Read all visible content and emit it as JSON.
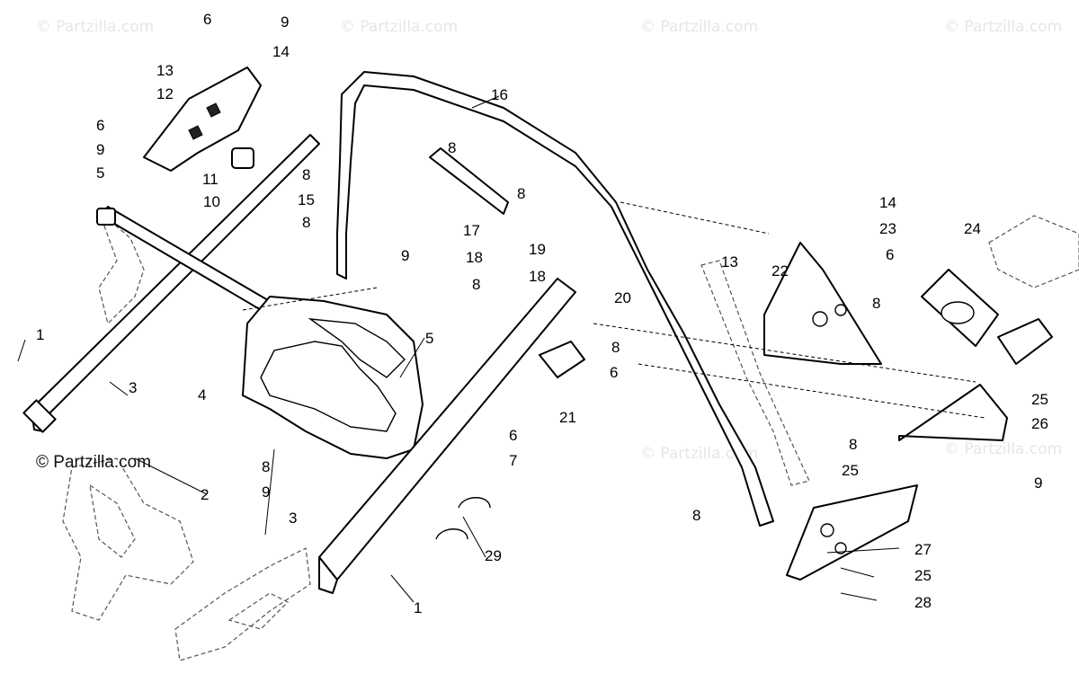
{
  "watermark": "© Partzilla.com",
  "copyright": "© Partzilla.com",
  "callouts": [
    {
      "id": "c6a",
      "text": "6"
    },
    {
      "id": "c9a",
      "text": "9"
    },
    {
      "id": "c14a",
      "text": "14"
    },
    {
      "id": "c13a",
      "text": "13"
    },
    {
      "id": "c12",
      "text": "12"
    },
    {
      "id": "c6b",
      "text": "6"
    },
    {
      "id": "c9b",
      "text": "9"
    },
    {
      "id": "c11",
      "text": "11"
    },
    {
      "id": "c8a",
      "text": "8"
    },
    {
      "id": "c10",
      "text": "10"
    },
    {
      "id": "c5a",
      "text": "5"
    },
    {
      "id": "c15",
      "text": "15"
    },
    {
      "id": "c8b",
      "text": "8"
    },
    {
      "id": "c16",
      "text": "16"
    },
    {
      "id": "c8c",
      "text": "8"
    },
    {
      "id": "c17",
      "text": "17"
    },
    {
      "id": "c8d",
      "text": "8"
    },
    {
      "id": "c18a",
      "text": "18"
    },
    {
      "id": "c19",
      "text": "19"
    },
    {
      "id": "c18b",
      "text": "18"
    },
    {
      "id": "c20",
      "text": "20"
    },
    {
      "id": "c9c",
      "text": "9"
    },
    {
      "id": "c8e",
      "text": "8"
    },
    {
      "id": "c14b",
      "text": "14"
    },
    {
      "id": "c23",
      "text": "23"
    },
    {
      "id": "c24",
      "text": "24"
    },
    {
      "id": "c13b",
      "text": "13"
    },
    {
      "id": "c22",
      "text": "22"
    },
    {
      "id": "c6c",
      "text": "6"
    },
    {
      "id": "c8f",
      "text": "8"
    },
    {
      "id": "c1a",
      "text": "1"
    },
    {
      "id": "c3a",
      "text": "3"
    },
    {
      "id": "c4",
      "text": "4"
    },
    {
      "id": "c5b",
      "text": "5"
    },
    {
      "id": "c8g",
      "text": "8"
    },
    {
      "id": "c6d",
      "text": "6"
    },
    {
      "id": "c21",
      "text": "21"
    },
    {
      "id": "c6e",
      "text": "6"
    },
    {
      "id": "c25a",
      "text": "25"
    },
    {
      "id": "c26",
      "text": "26"
    },
    {
      "id": "c7",
      "text": "7"
    },
    {
      "id": "c8h",
      "text": "8"
    },
    {
      "id": "c25b",
      "text": "25"
    },
    {
      "id": "c9d",
      "text": "9"
    },
    {
      "id": "c2",
      "text": "2"
    },
    {
      "id": "c8i",
      "text": "8"
    },
    {
      "id": "c9e",
      "text": "9"
    },
    {
      "id": "c3b",
      "text": "3"
    },
    {
      "id": "c29",
      "text": "29"
    },
    {
      "id": "c8j",
      "text": "8"
    },
    {
      "id": "c27",
      "text": "27"
    },
    {
      "id": "c25c",
      "text": "25"
    },
    {
      "id": "c1b",
      "text": "1"
    },
    {
      "id": "c28",
      "text": "28"
    }
  ]
}
